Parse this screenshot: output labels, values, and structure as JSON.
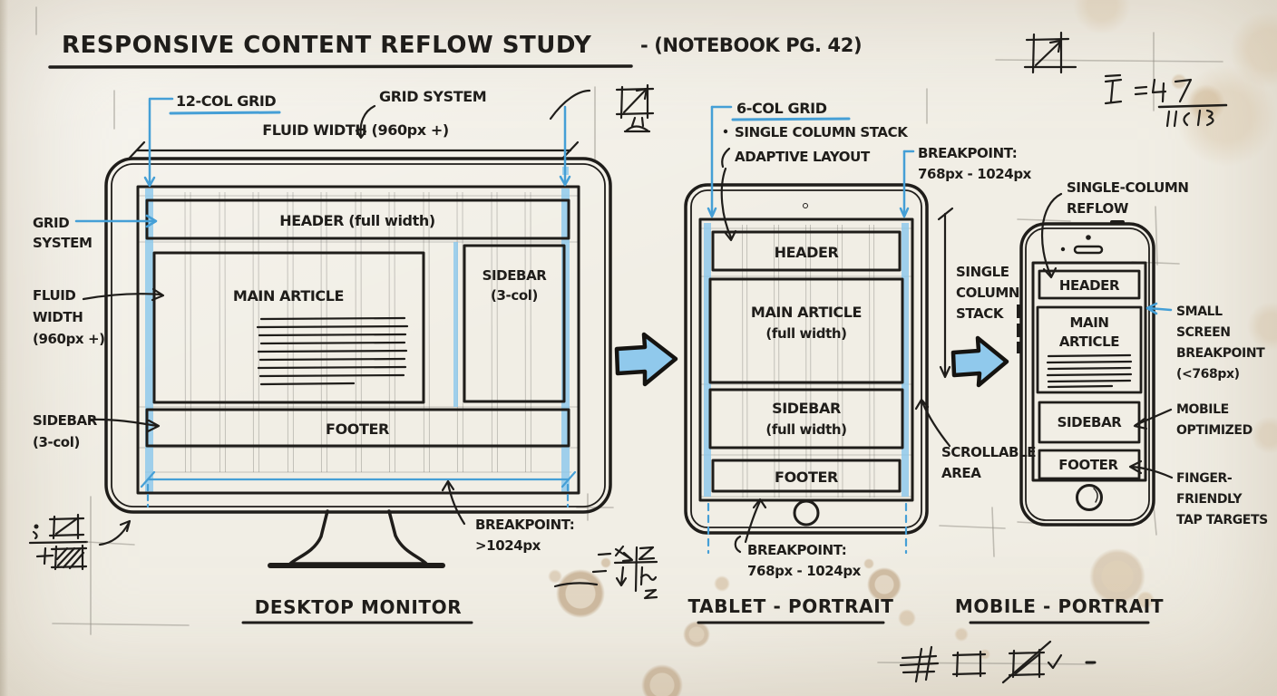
{
  "colors": {
    "ink": "#1f1d1a",
    "blue": "#459fd6",
    "blue_fill": "#90c9ec",
    "paper": "#f1eee5"
  },
  "title": {
    "main": "RESPONSIVE CONTENT REFLOW STUDY",
    "suffix": "- (NOTEBOOK PG. 42)"
  },
  "desktop": {
    "caption": "DESKTOP MONITOR",
    "top_grid_label": "12-COL GRID",
    "top_grid_system": "GRID SYSTEM",
    "top_fluid_width": "FLUID WIDTH (960px +)",
    "side_grid_system": [
      "GRID",
      "SYSTEM"
    ],
    "side_fluid_width": [
      "FLUID",
      "WIDTH",
      "(960px +)"
    ],
    "side_sidebar": [
      "SIDEBAR",
      "(3-col)"
    ],
    "breakpoint": [
      "BREAKPOINT:",
      ">1024px"
    ],
    "regions": {
      "header": "HEADER (full width)",
      "main": "MAIN ARTICLE",
      "sidebar": [
        "SIDEBAR",
        "(3-col)"
      ],
      "footer": "FOOTER"
    }
  },
  "tablet": {
    "caption": "TABLET - PORTRAIT",
    "top_grid_label": "6-COL GRID",
    "top_note_1": "SINGLE COLUMN STACK",
    "top_note_2": "ADAPTIVE LAYOUT",
    "breakpoint_top": [
      "BREAKPOINT:",
      "768px - 1024px"
    ],
    "side_stack": [
      "SINGLE",
      "COLUMN",
      "STACK"
    ],
    "side_scrollable": [
      "SCROLLABLE",
      "AREA"
    ],
    "breakpoint_bottom": [
      "BREAKPOINT:",
      "768px - 1024px"
    ],
    "regions": {
      "header": "HEADER",
      "main": [
        "MAIN ARTICLE",
        "(full width)"
      ],
      "sidebar": [
        "SIDEBAR",
        "(full width)"
      ],
      "footer": "FOOTER"
    }
  },
  "mobile": {
    "caption": "MOBILE - PORTRAIT",
    "top_reflow": [
      "SINGLE-COLUMN",
      "REFLOW"
    ],
    "side_breakpoint": [
      "SMALL",
      "SCREEN",
      "BREAKPOINT",
      "(<768px)"
    ],
    "side_optimized": [
      "MOBILE",
      "OPTIMIZED"
    ],
    "side_tap": [
      "FINGER-",
      "FRIENDLY",
      "TAP TARGETS"
    ],
    "regions": {
      "header": "HEADER",
      "main": [
        "MAIN",
        "ARTICLE"
      ],
      "sidebar": "SIDEBAR",
      "footer": "FOOTER"
    }
  }
}
